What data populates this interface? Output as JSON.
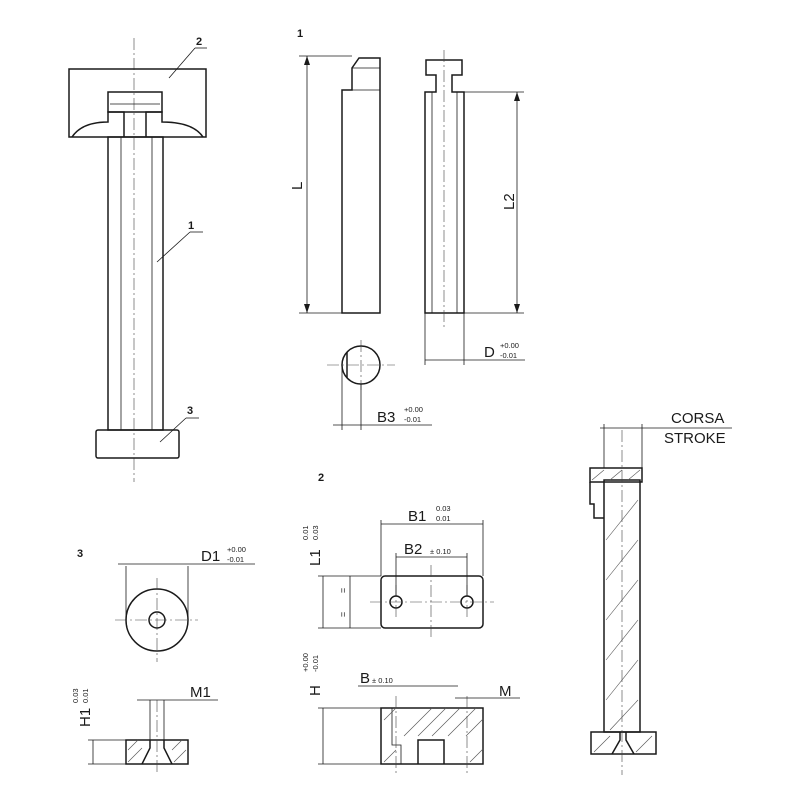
{
  "callouts": {
    "assembly_pin": "1",
    "assembly_retainer": "2",
    "assembly_base": "3",
    "section_pin": "1",
    "section_retainer": "2",
    "section_base": "3"
  },
  "dimensions": {
    "L": "L",
    "L2": "L2",
    "D": "D",
    "D_tol_upper": "+0.00",
    "D_tol_lower": "-0.01",
    "B3": "B3",
    "B3_tol_upper": "+0.00",
    "B3_tol_lower": "-0.01",
    "B1": "B1",
    "B1_tol_upper": "0.03",
    "B1_tol_lower": "0.01",
    "B2": "B2",
    "B2_tol": "± 0.10",
    "L1": "L1",
    "L1_tol_upper": "0.01",
    "L1_tol_lower": "0.03",
    "equal_sign": "=",
    "H": "H",
    "H_tol_upper": "+0.00",
    "H_tol_lower": "-0.01",
    "B": "B",
    "B_tol": "± 0.10",
    "M": "M",
    "D1": "D1",
    "D1_tol_upper": "+0.00",
    "D1_tol_lower": "-0.01",
    "H1": "H1",
    "H1_tol_upper": "0.03",
    "H1_tol_lower": "0.01",
    "M1": "M1"
  },
  "stroke_label": {
    "line1": "CORSA",
    "line2": "STROKE"
  }
}
